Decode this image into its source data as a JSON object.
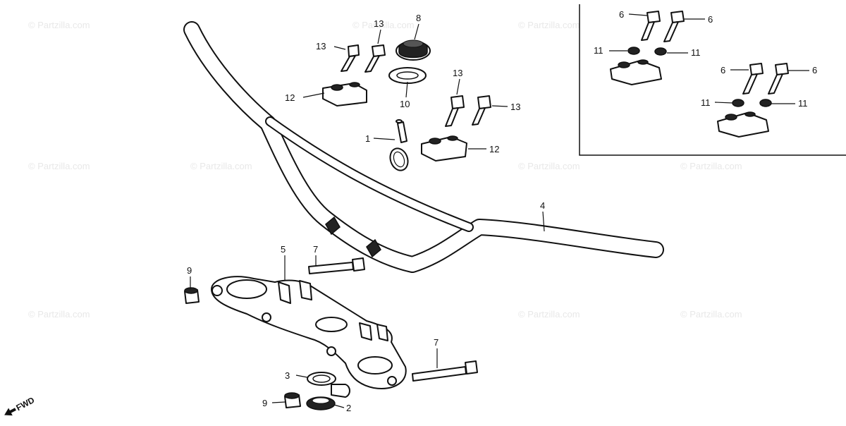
{
  "watermark": "© Partzilla.com",
  "fwd_label": "FWD",
  "callouts": {
    "c1": "1",
    "c2": "2",
    "c3": "3",
    "c4": "4",
    "c5": "5",
    "c6a": "6",
    "c6b": "6",
    "c6c": "6",
    "c6d": "6",
    "c7a": "7",
    "c7b": "7",
    "c8": "8",
    "c9a": "9",
    "c9b": "9",
    "c10": "10",
    "c11a": "11",
    "c11b": "11",
    "c11c": "11",
    "c11d": "11",
    "c12a": "12",
    "c12b": "12",
    "c13a": "13",
    "c13b": "13",
    "c13c": "13",
    "c13d": "13"
  }
}
